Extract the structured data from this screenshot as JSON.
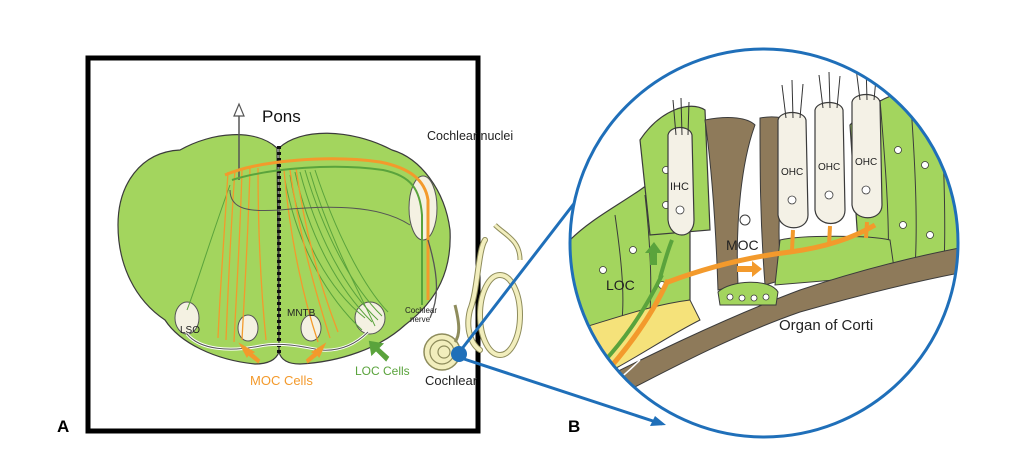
{
  "panel_a": {
    "letter": "A",
    "pons": "Pons",
    "cochlear_nuclei": "Cochlear nuclei",
    "lso": "LSO",
    "mntb": "MNTB",
    "cochlear_nerve_line1": "Cochlear",
    "cochlear_nerve_line2": "nerve",
    "moc_cells": "MOC Cells",
    "loc_cells": "LOC Cells",
    "cochlear": "Cochlear"
  },
  "panel_b": {
    "letter": "B",
    "ihc": "IHC",
    "ohc_1": "OHC",
    "ohc_2": "OHC",
    "ohc_3": "OHC",
    "moc": "MOC",
    "loc": "LOC",
    "organ_of_corti": "Organ of Corti"
  },
  "colors": {
    "tissue_green": "#a3d55e",
    "tissue_outline": "#3b3b3b",
    "moc_orange": "#f39a2c",
    "loc_green": "#5aa33c",
    "pointer_blue": "#1f6fb9",
    "support_brown": "#8e7a5a",
    "cochlea_cream": "#f2eebd"
  }
}
